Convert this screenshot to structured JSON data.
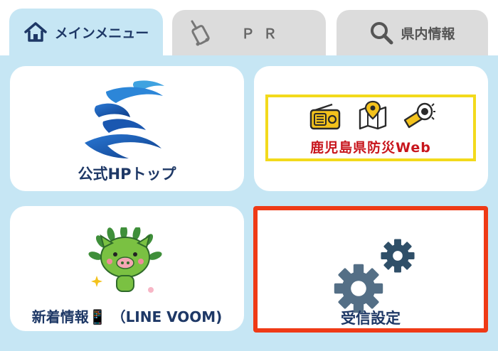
{
  "tabs": [
    {
      "label": "メインメニュー",
      "icon": "home-icon",
      "active": true
    },
    {
      "label": "ＰＲ",
      "icon": "suitcase-icon",
      "active": false
    },
    {
      "label": "県内情報",
      "icon": "search-icon",
      "active": false
    }
  ],
  "menu": {
    "official_hp": "公式HPトップ",
    "bosai_web": "鹿児島県防災Web",
    "news": "新着情報📱 （LINE VOOM)",
    "settings": "受信設定"
  },
  "colors": {
    "panel": "#c6e6f4",
    "navy": "#1e3866",
    "highlight_border": "#ef3a16",
    "bosai_border": "#f3da1c",
    "bosai_text": "#c8161d"
  }
}
